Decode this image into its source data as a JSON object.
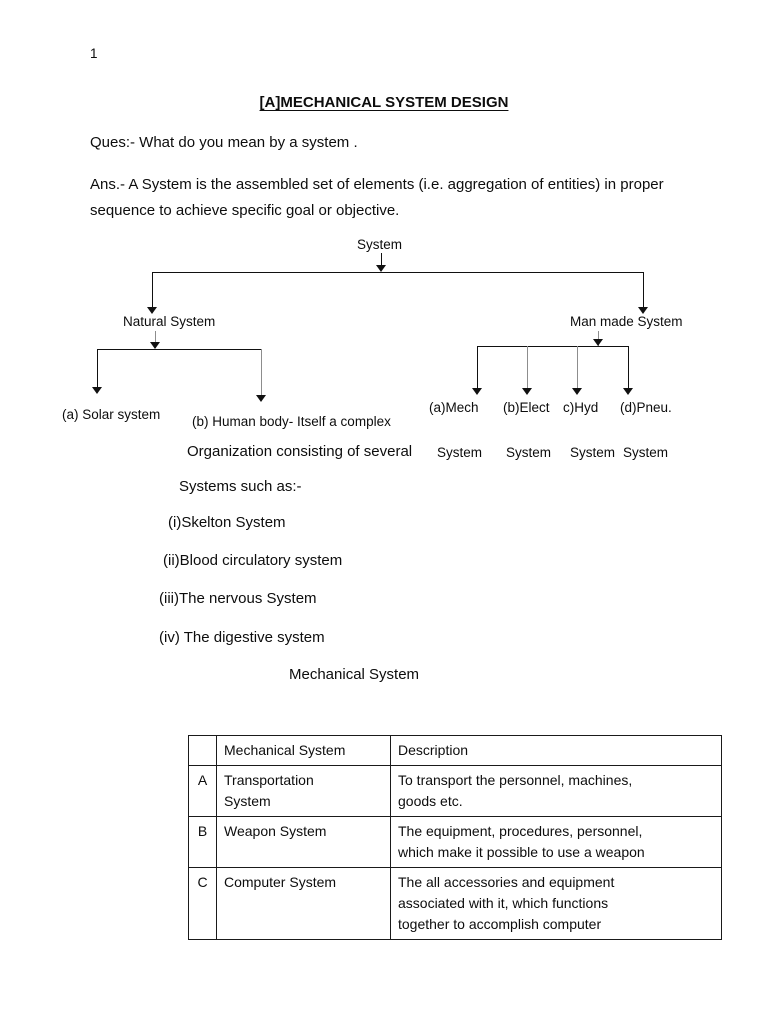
{
  "document": {
    "page_number": "1",
    "title": "[A]MECHANICAL SYSTEM DESIGN ",
    "question": "Ques:- What do you mean by a system .",
    "answer": "Ans.- A System is the assembled set of elements (i.e. aggregation of entities) in proper sequence to achieve specific goal or objective."
  },
  "diagram": {
    "root": "System",
    "branch_left": "Natural System",
    "branch_right": "Man made System",
    "natural_children": [
      "(a) Solar system",
      "(b) Human body- Itself a complex"
    ],
    "manmade_children": [
      {
        "label": "(a)Mech",
        "sub": "System"
      },
      {
        "label": "(b)Elect",
        "sub": "System"
      },
      {
        "label": "c)Hyd",
        "sub": "System"
      },
      {
        "label": "(d)Pneu.",
        "sub": "System"
      }
    ]
  },
  "body": {
    "continuation_1": "Organization consisting of several",
    "continuation_2": "Systems such as:-",
    "list": [
      "(i)Skelton System",
      "(ii)Blood circulatory system",
      "(iii)The nervous System",
      "(iv) The digestive system"
    ],
    "section_heading": "Mechanical System"
  },
  "table": {
    "headers": [
      "",
      "Mechanical System",
      "Description"
    ],
    "rows": [
      {
        "key": "A",
        "name_lines": [
          "Transportation",
          "System"
        ],
        "desc_lines": [
          "To transport the personnel, machines,",
          "goods etc."
        ]
      },
      {
        "key": "B",
        "name_lines": [
          "Weapon System"
        ],
        "desc_lines": [
          "The equipment, procedures, personnel,",
          "which make it possible to use a weapon"
        ]
      },
      {
        "key": "C",
        "name_lines": [
          "Computer System"
        ],
        "desc_lines": [
          "The all accessories and equipment",
          "associated with it, which functions",
          "together to accomplish computer"
        ]
      }
    ]
  }
}
